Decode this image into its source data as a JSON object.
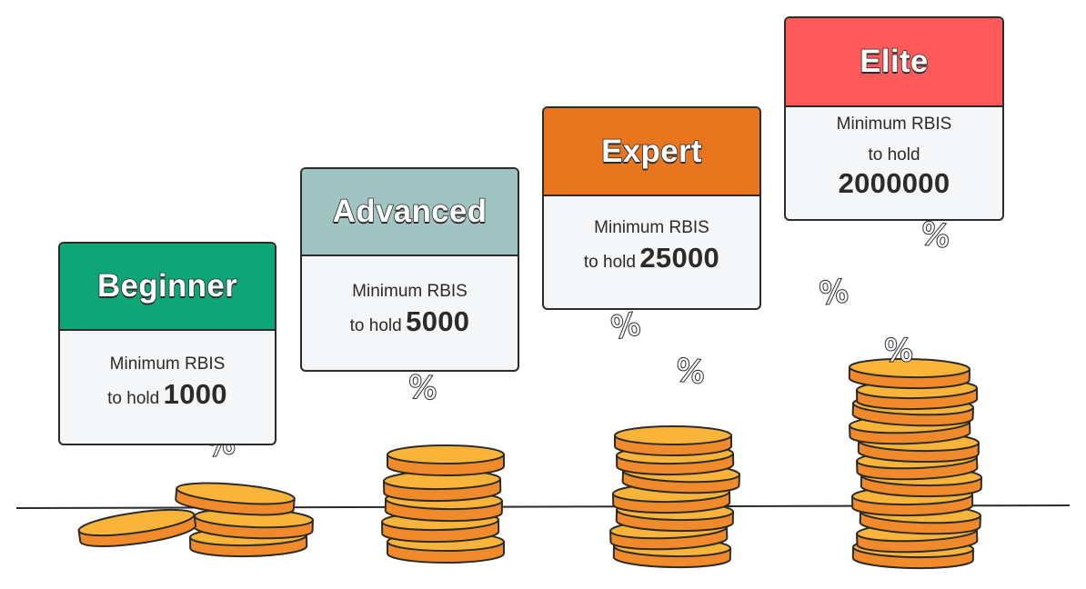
{
  "tiers": [
    {
      "name": "Beginner",
      "line1": "Minimum RBIS",
      "line2": "to hold",
      "amount": "1000",
      "color": "#0ea577"
    },
    {
      "name": "Advanced",
      "line1": "Minimum RBIS",
      "line2": "to hold",
      "amount": "5000",
      "color": "#9fc4c2"
    },
    {
      "name": "Expert",
      "line1": "Minimum RBIS",
      "line2": "to hold",
      "amount": "25000",
      "color": "#e8761e"
    },
    {
      "name": "Elite",
      "line1": "Minimum RBIS",
      "line2": "to hold",
      "amount": "2000000",
      "color": "#fe5a5a"
    }
  ],
  "percent_symbol": "%",
  "colors": {
    "coin_top": "#fbb43a",
    "coin_side": "#f08a2a",
    "outline": "#2b2b2b",
    "card_bg": "#f5f6f7"
  }
}
